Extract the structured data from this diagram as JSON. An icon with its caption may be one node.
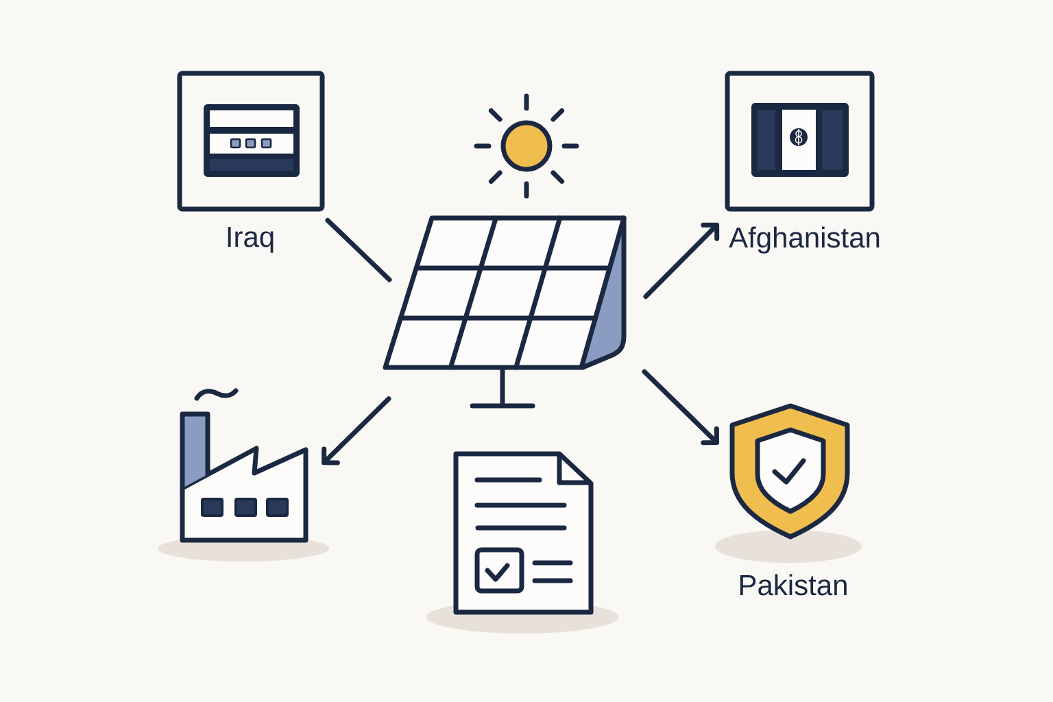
{
  "diagram": {
    "nodes": [
      {
        "text": [
          "Iraq"
        ]
      },
      {
        "text": [
          "Afghanistan"
        ]
      },
      {
        "text": [],
        "shape": "picture"
      },
      {
        "text": [],
        "shape": "picture"
      },
      {
        "text": [],
        "shape": "picture"
      },
      {
        "text": [
          "Pakistan"
        ]
      }
    ],
    "edges": [
      {
        "from": 0,
        "to": 2,
        "arrow": "none"
      },
      {
        "from": 2,
        "to": 1,
        "arrow": "to"
      },
      {
        "from": 2,
        "to": 3,
        "arrow": "to"
      },
      {
        "from": 2,
        "to": 5,
        "arrow": "to"
      }
    ]
  }
}
